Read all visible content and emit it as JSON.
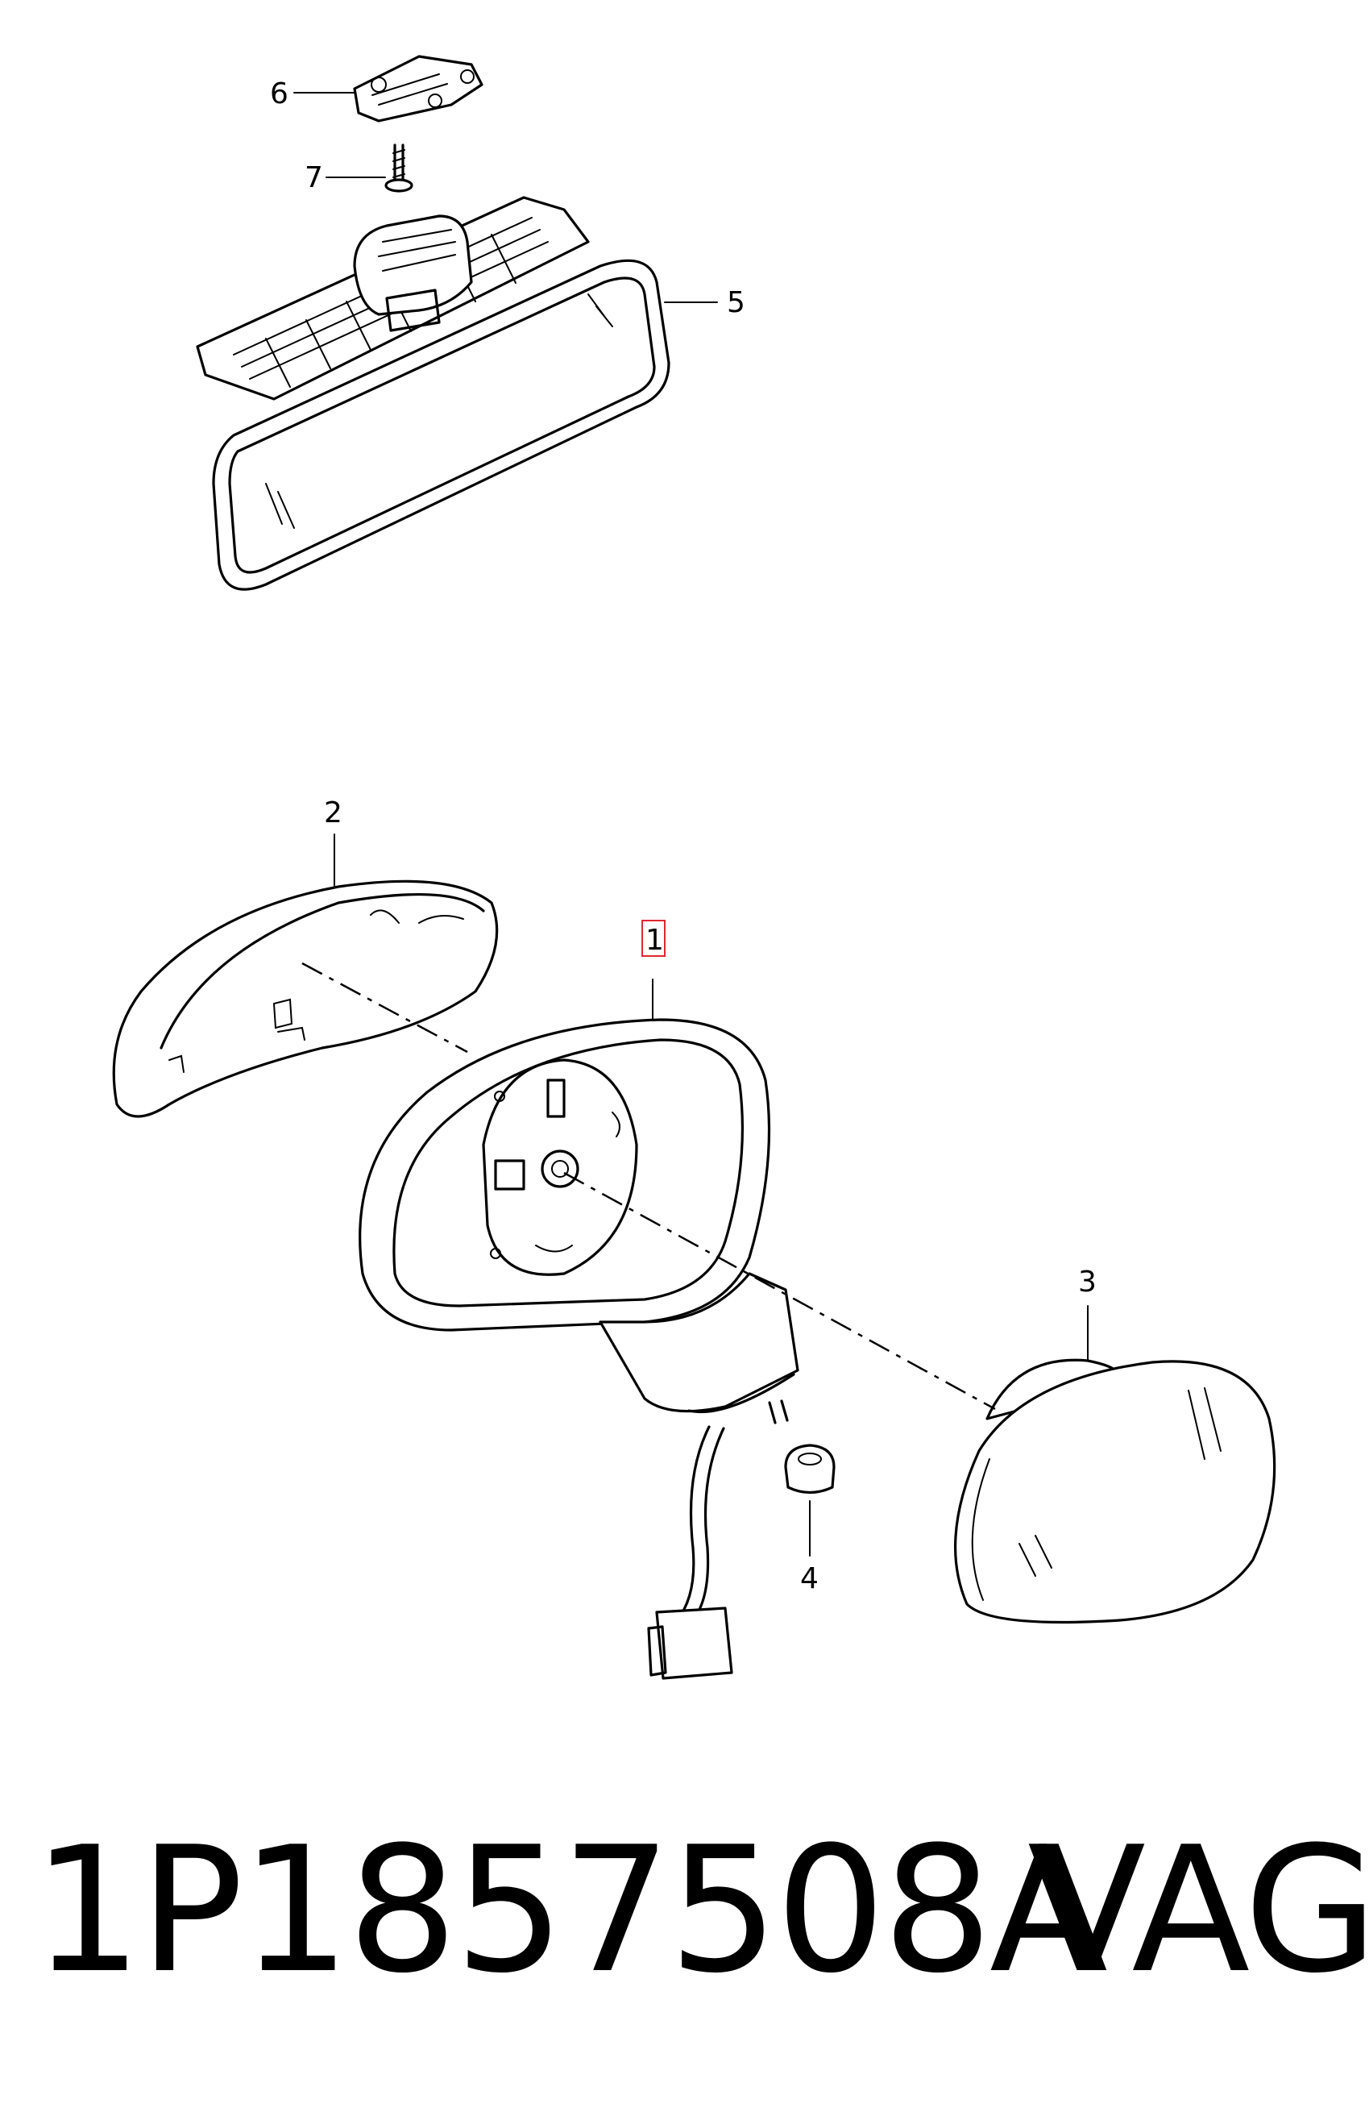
{
  "callouts": {
    "c1": "1",
    "c2": "2",
    "c3": "3",
    "c4": "4",
    "c5": "5",
    "c6": "6",
    "c7": "7"
  },
  "caption": {
    "part_number": "1P1857508A",
    "brand": "VAG"
  },
  "highlight_color": "#e0282e"
}
